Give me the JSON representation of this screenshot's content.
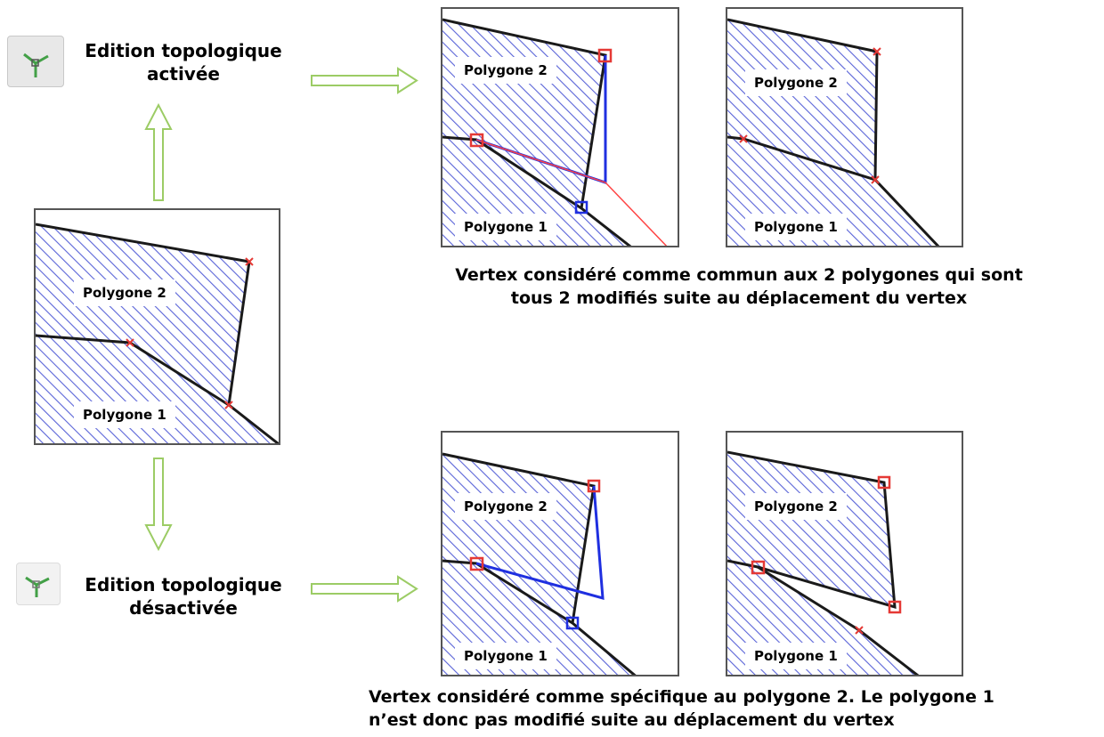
{
  "topo_on": {
    "title_line1": "Edition topologique",
    "title_line2": "activée",
    "icon": "topology-edit-toggle-icon",
    "state": "enabled"
  },
  "topo_off": {
    "title_line1": "Edition topologique",
    "title_line2": "désactivée",
    "icon": "topology-edit-toggle-icon",
    "state": "disabled"
  },
  "labels": {
    "polygon1": "Polygone 1",
    "polygon2": "Polygone 2"
  },
  "captions": {
    "top_line1": "Vertex considéré comme commun aux 2 polygones qui sont",
    "top_line2": "tous 2 modifiés suite au déplacement du vertex",
    "bottom_line1": "Vertex considéré comme spécifique au polygone 2. Le polygone 1",
    "bottom_line2": "n’est donc pas modifié suite au déplacement du vertex"
  },
  "colors": {
    "arrow": "#9ccc65",
    "hatch": "#5a64d8",
    "edge": "#1a1a1a",
    "vertex_marker": "#e53935",
    "rubber_band_blue": "#1f2fe0",
    "rubber_band_red": "#ff4444",
    "icon_green": "#43a047"
  }
}
